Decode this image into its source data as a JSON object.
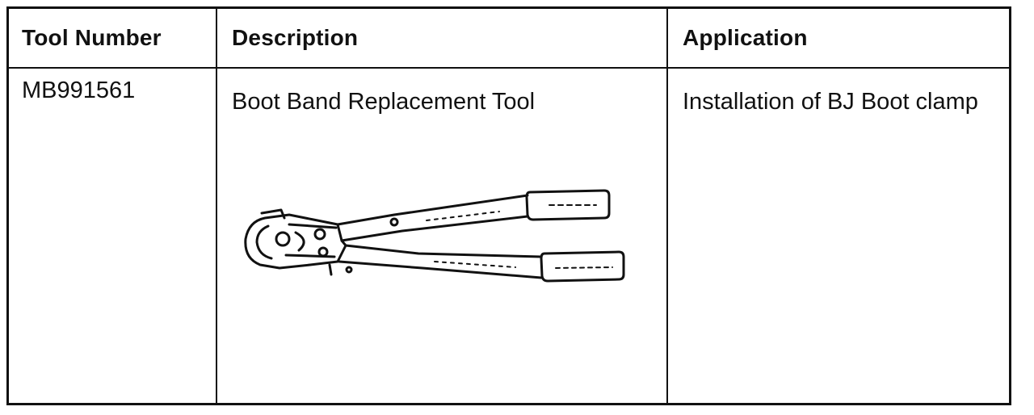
{
  "table": {
    "headers": [
      "Tool Number",
      "Description",
      "Application"
    ],
    "rows": [
      {
        "tool_number": "MB991561",
        "description": "Boot Band Replacement Tool",
        "application": "Installation of BJ Boot clamp"
      }
    ]
  },
  "illustration": {
    "icon": "crimping-pliers-icon"
  }
}
